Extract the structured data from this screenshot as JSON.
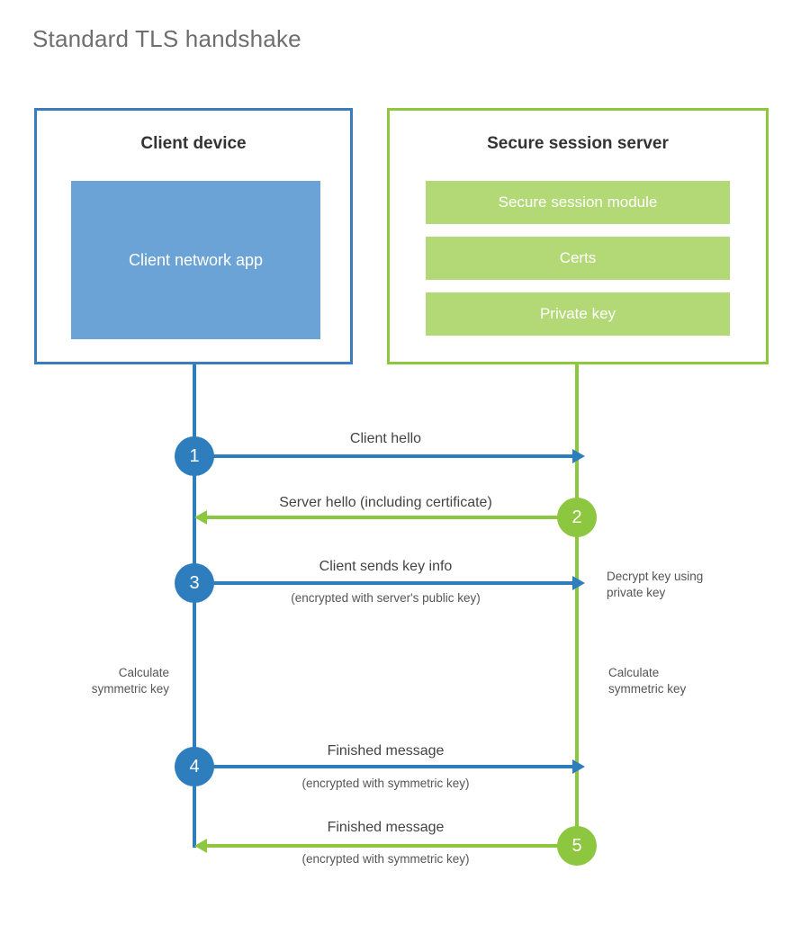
{
  "title": "Standard TLS handshake",
  "colors": {
    "client_accent": "#2e7ebd",
    "client_border": "#3a7cbe",
    "client_fill": "#6ba3d6",
    "server_accent": "#8dc63f",
    "server_fill": "#b3d977",
    "title_text": "#6e6e6e",
    "body_text": "#444444"
  },
  "entities": {
    "client": {
      "title": "Client device",
      "components": [
        {
          "label": "Client network app"
        }
      ]
    },
    "server": {
      "title": "Secure session server",
      "components": [
        {
          "label": "Secure session module"
        },
        {
          "label": "Certs"
        },
        {
          "label": "Private key"
        }
      ]
    }
  },
  "steps": [
    {
      "number": "1",
      "side": "client",
      "direction": "right",
      "label": "Client hello",
      "sublabel": ""
    },
    {
      "number": "2",
      "side": "server",
      "direction": "left",
      "label": "Server hello (including certificate)",
      "sublabel": ""
    },
    {
      "number": "3",
      "side": "client",
      "direction": "right",
      "label": "Client sends key info",
      "sublabel": "(encrypted with server's public key)"
    },
    {
      "number": "4",
      "side": "client",
      "direction": "right",
      "label": "Finished message",
      "sublabel": "(encrypted with symmetric key)"
    },
    {
      "number": "5",
      "side": "server",
      "direction": "left",
      "label": "Finished message",
      "sublabel": "(encrypted with symmetric key)"
    }
  ],
  "annotations": {
    "decrypt_key": "Decrypt key using\nprivate key",
    "decrypt_key_line1": "Decrypt key using",
    "decrypt_key_line2": "private key",
    "calculate_client_line1": "Calculate",
    "calculate_client_line2": "symmetric key",
    "calculate_server_line1": "Calculate",
    "calculate_server_line2": "symmetric key"
  }
}
